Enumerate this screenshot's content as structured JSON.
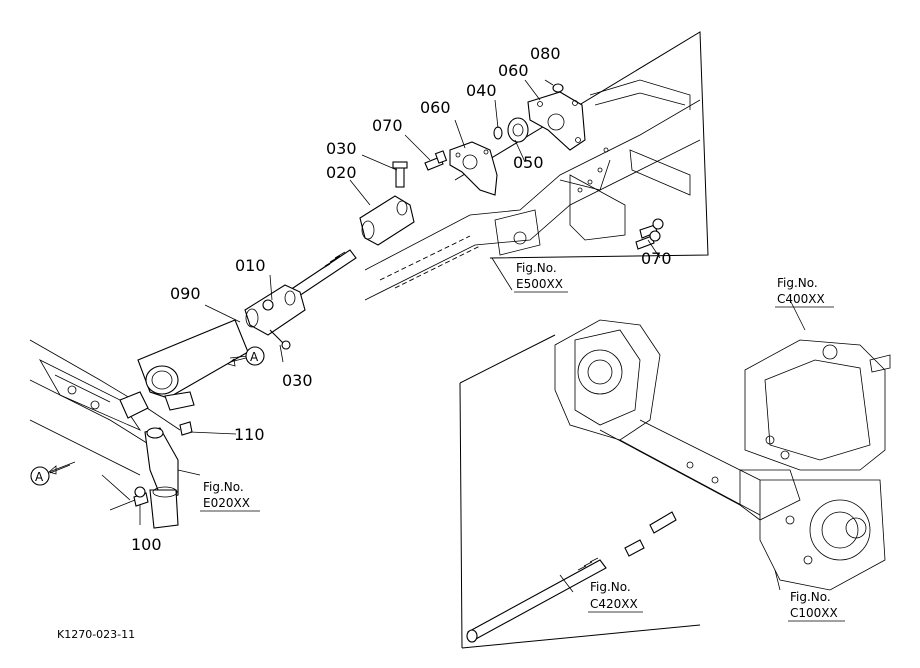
{
  "parts": [
    {
      "key": "p010",
      "label": "010"
    },
    {
      "key": "p020",
      "label": "020"
    },
    {
      "key": "p030a",
      "label": "030"
    },
    {
      "key": "p030b",
      "label": "030"
    },
    {
      "key": "p040",
      "label": "040"
    },
    {
      "key": "p050",
      "label": "050"
    },
    {
      "key": "p060a",
      "label": "060"
    },
    {
      "key": "p060b",
      "label": "060"
    },
    {
      "key": "p070a",
      "label": "070"
    },
    {
      "key": "p070b",
      "label": "070"
    },
    {
      "key": "p080",
      "label": "080"
    },
    {
      "key": "p090",
      "label": "090"
    },
    {
      "key": "p100",
      "label": "100"
    },
    {
      "key": "p110",
      "label": "110"
    }
  ],
  "figrefs": [
    {
      "key": "e500",
      "title": "Fig.No.",
      "code": "E500XX"
    },
    {
      "key": "c400",
      "title": "Fig.No.",
      "code": "C400XX"
    },
    {
      "key": "e020",
      "title": "Fig.No.",
      "code": "E020XX"
    },
    {
      "key": "c420",
      "title": "Fig.No.",
      "code": "C420XX"
    },
    {
      "key": "c100",
      "title": "Fig.No.",
      "code": "C100XX"
    }
  ],
  "markers": {
    "a1": "A",
    "a2": "A"
  },
  "footer_code": "K1270-023-11"
}
